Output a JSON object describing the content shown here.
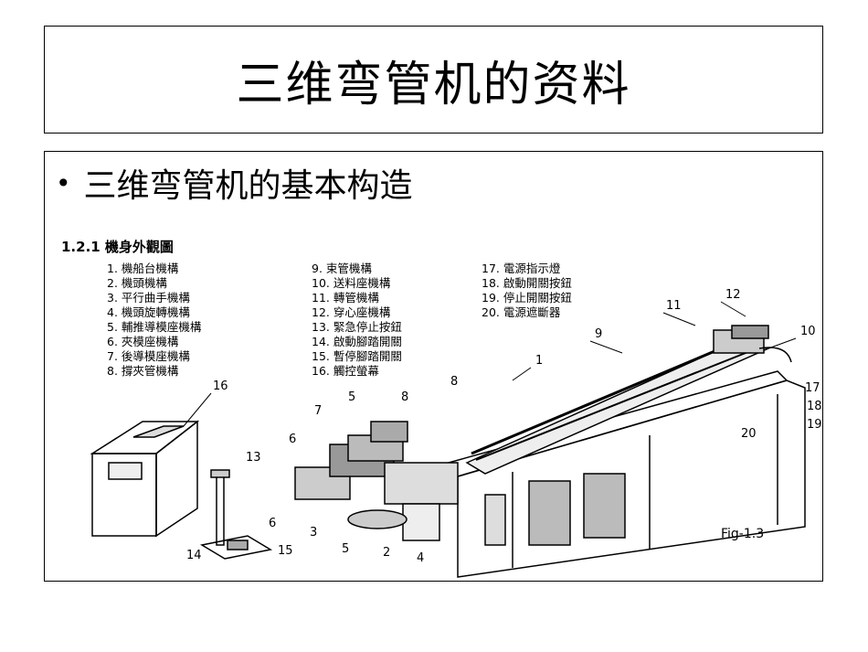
{
  "slide": {
    "title": "三维弯管机的资料",
    "bullet": "三维弯管机的基本构造"
  },
  "figure": {
    "heading": "1.2.1  機身外觀圖",
    "label": "Fig-1.3",
    "parts_col1": [
      "1. 機船台機構",
      "2. 機頭機構",
      "3. 平行曲手機構",
      "4. 機頭旋轉機構",
      "5. 輔推導模座機構",
      "6. 夾模座機構",
      "7. 後導模座機構",
      "8. 撐夾管機構"
    ],
    "parts_col2": [
      "9. 束管機構",
      "10. 送料座機構",
      "11. 轉管機構",
      "12. 穿心座機構",
      "13. 緊急停止按鈕",
      "14. 啟動腳踏開關",
      "15. 暫停腳踏開關",
      "16. 觸控螢幕"
    ],
    "parts_col3": [
      "17. 電源指示燈",
      "18. 啟動開關按鈕",
      "19. 停止開關按鈕",
      "20. 電源遮斷器"
    ],
    "callouts": [
      "1",
      "2",
      "3",
      "4",
      "5",
      "5",
      "6",
      "6",
      "7",
      "8",
      "8",
      "9",
      "10",
      "11",
      "12",
      "13",
      "14",
      "15",
      "16",
      "17",
      "18",
      "19",
      "20"
    ]
  }
}
